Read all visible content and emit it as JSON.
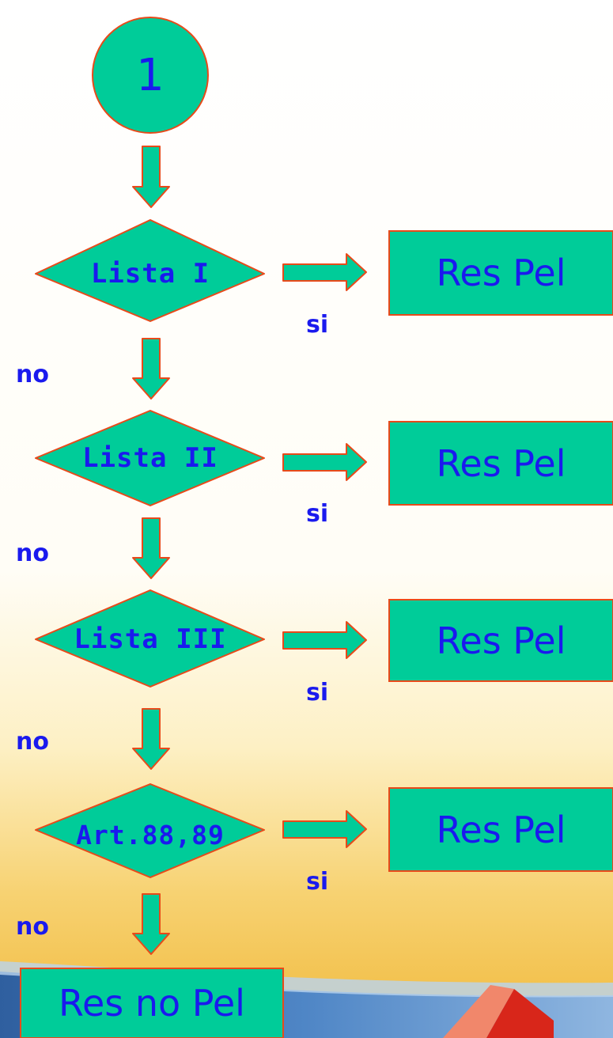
{
  "start": {
    "label": "1"
  },
  "decisions": [
    {
      "label": "Lista I"
    },
    {
      "label": "Lista II"
    },
    {
      "label": "Lista III"
    },
    {
      "label": "Art.88,89"
    }
  ],
  "yes_label": "si",
  "no_label": "no",
  "results": [
    {
      "label": "Res Pel"
    },
    {
      "label": "Res Pel"
    },
    {
      "label": "Res Pel"
    },
    {
      "label": "Res Pel"
    }
  ],
  "final_result": {
    "label": "Res no Pel"
  },
  "colors": {
    "shape_fill": "#00cc99",
    "shape_stroke": "#e84a1a",
    "text": "#1a1aee",
    "background_top": "#ffffff",
    "background_bottom": "#f3c64c",
    "band_blue": "#3b6fb4",
    "house_red": "#d8261a"
  }
}
